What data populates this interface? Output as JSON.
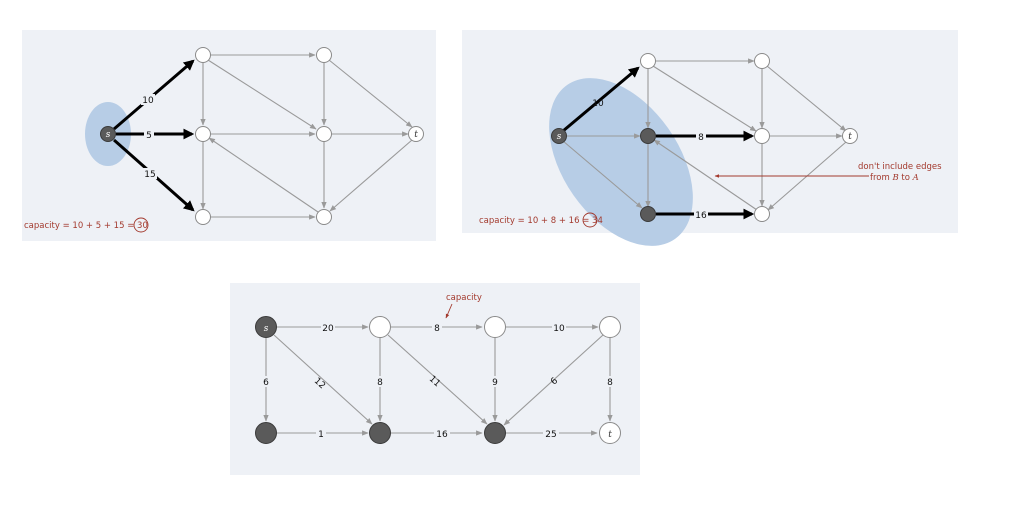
{
  "panel1": {
    "source_label": "s",
    "sink_label": "t",
    "edge_labels": [
      "10",
      "5",
      "15"
    ],
    "capacity_text": "capacity = 10 + 5 + 15 = ",
    "capacity_value": "30"
  },
  "panel2": {
    "source_label": "s",
    "sink_label": "t",
    "edge_labels": [
      "10",
      "8",
      "16"
    ],
    "note_line1": "don't include edges",
    "note_line2_prefix": "from ",
    "note_B": "B",
    "note_to": " to ",
    "note_A": "A",
    "capacity_text": "capacity = 10 + 8 + 16 = ",
    "capacity_value": "34"
  },
  "panel3": {
    "source_label": "s",
    "sink_label": "t",
    "annotation": "capacity",
    "edge_labels": [
      "20",
      "8",
      "10",
      "6",
      "12",
      "8",
      "11",
      "9",
      "6",
      "8",
      "1",
      "16",
      "25"
    ]
  },
  "colors": {
    "panel_bg": "#eef1f6",
    "cut_region": "#b7cde6",
    "dark_node": "#5a5a5a",
    "annotation_red": "#a33a2e"
  }
}
